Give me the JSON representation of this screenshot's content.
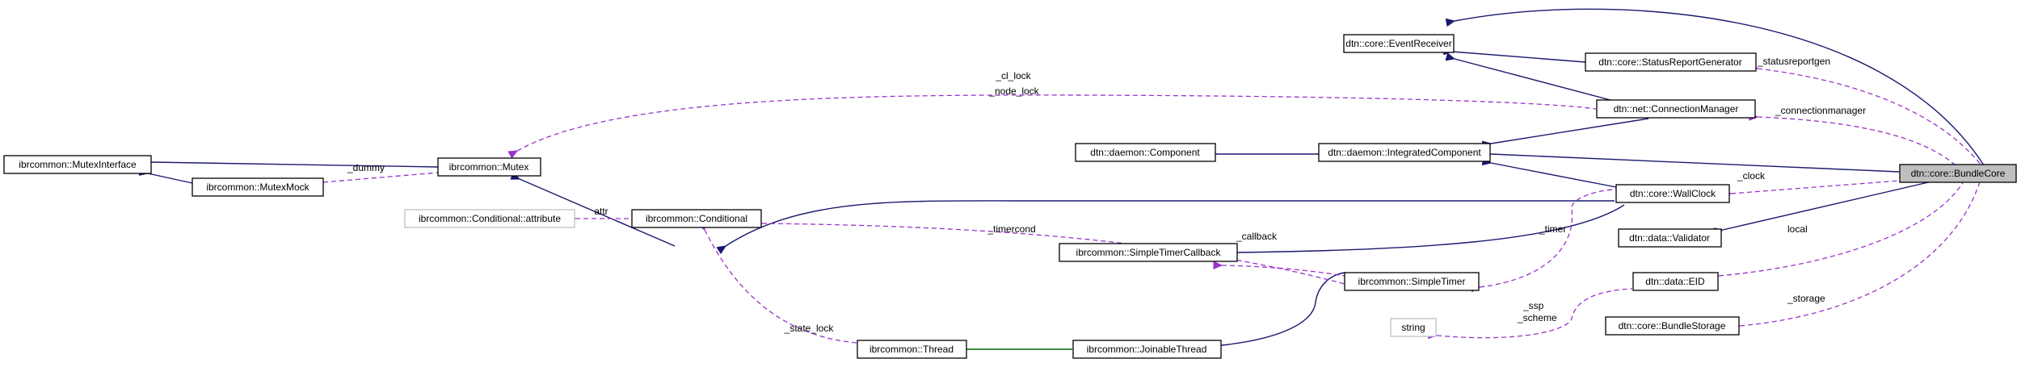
{
  "colors": {
    "inheritance": "#191970",
    "private_inheritance": "#006400",
    "usage": "#9a32cd",
    "focus_fill": "#bfbfbf",
    "external_border": "#bfbfbf"
  },
  "nodes": {
    "bundle_core": "dtn::core::BundleCore",
    "event_receiver": "dtn::core::EventReceiver",
    "status_report_generator": "dtn::core::StatusReportGenerator",
    "connection_manager": "dtn::net::ConnectionManager",
    "integrated_component": "dtn::daemon::IntegratedComponent",
    "component": "dtn::daemon::Component",
    "wall_clock": "dtn::core::WallClock",
    "validator": "dtn::data::Validator",
    "eid": "dtn::data::EID",
    "bundle_storage": "dtn::core::BundleStorage",
    "mutex_interface": "ibrcommon::MutexInterface",
    "mutex": "ibrcommon::Mutex",
    "mutex_mock": "ibrcommon::MutexMock",
    "conditional_attribute": "ibrcommon::Conditional::attribute",
    "conditional": "ibrcommon::Conditional",
    "simple_timer_callback": "ibrcommon::SimpleTimerCallback",
    "simple_timer": "ibrcommon::SimpleTimer",
    "string": "string",
    "thread": "ibrcommon::Thread",
    "joinable_thread": "ibrcommon::JoinableThread"
  },
  "edge_labels": {
    "statusreportgen": "_statusreportgen",
    "cl_lock": "_cl_lock",
    "node_lock": "_node_lock",
    "connectionmanager": "_connectionmanager",
    "dummy": "_dummy",
    "clock": "_clock",
    "attr": "attr",
    "timercond": "_timercond",
    "callback": "_callback",
    "timer": "_timer",
    "local": "local",
    "ssp": "_ssp",
    "scheme": "_scheme",
    "storage": "_storage",
    "state_lock": "_state_lock"
  }
}
